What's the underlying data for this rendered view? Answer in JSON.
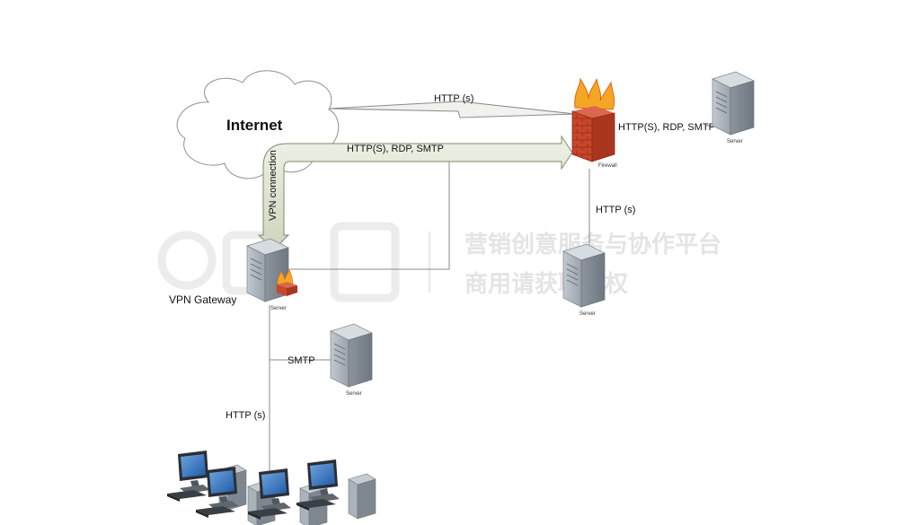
{
  "labels": {
    "internet": "Internet",
    "http_top": "HTTP (s)",
    "http_rdp_smtp_arrow": "HTTP(S), RDP, SMTP",
    "http_rdp_smtp_right": "HTTP(S), RDP, SMTP",
    "vpn_connection": "VPN connection",
    "vpn_gateway": "VPN Gateway",
    "firewall": "Firewall",
    "http_mid": "HTTP (s)",
    "smtp": "SMTP",
    "http_bottom": "HTTP (s)"
  },
  "servers": {
    "top_right": "Server",
    "middle_right": "Server",
    "gateway": "Server",
    "smtp": "Server"
  },
  "watermark": {
    "line1": "营销创意服务与协作平台",
    "line2": "商用请获取授权"
  },
  "icons": [
    "cloud-icon",
    "firewall-icon",
    "server-icon",
    "workstation-icon",
    "watermark-logo-icon"
  ],
  "colors": {
    "arrow_fill": "#dfe4d3",
    "firewall": "#c9462a",
    "flame": "#f5a623",
    "server": "#b9c0c8",
    "monitor_screen": "#3a78c2"
  }
}
